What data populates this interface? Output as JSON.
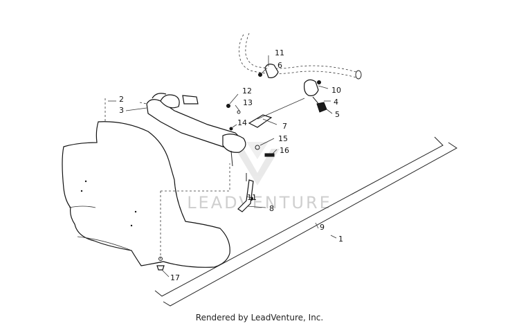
{
  "diagram": {
    "callouts": [
      "11",
      "6",
      "10",
      "4",
      "5",
      "12",
      "13",
      "7",
      "14",
      "15",
      "16",
      "2",
      "3",
      "11",
      "8",
      "9",
      "1",
      "17"
    ],
    "watermark": "LEADVENTURE",
    "footer": "Rendered by LeadVenture, Inc."
  }
}
